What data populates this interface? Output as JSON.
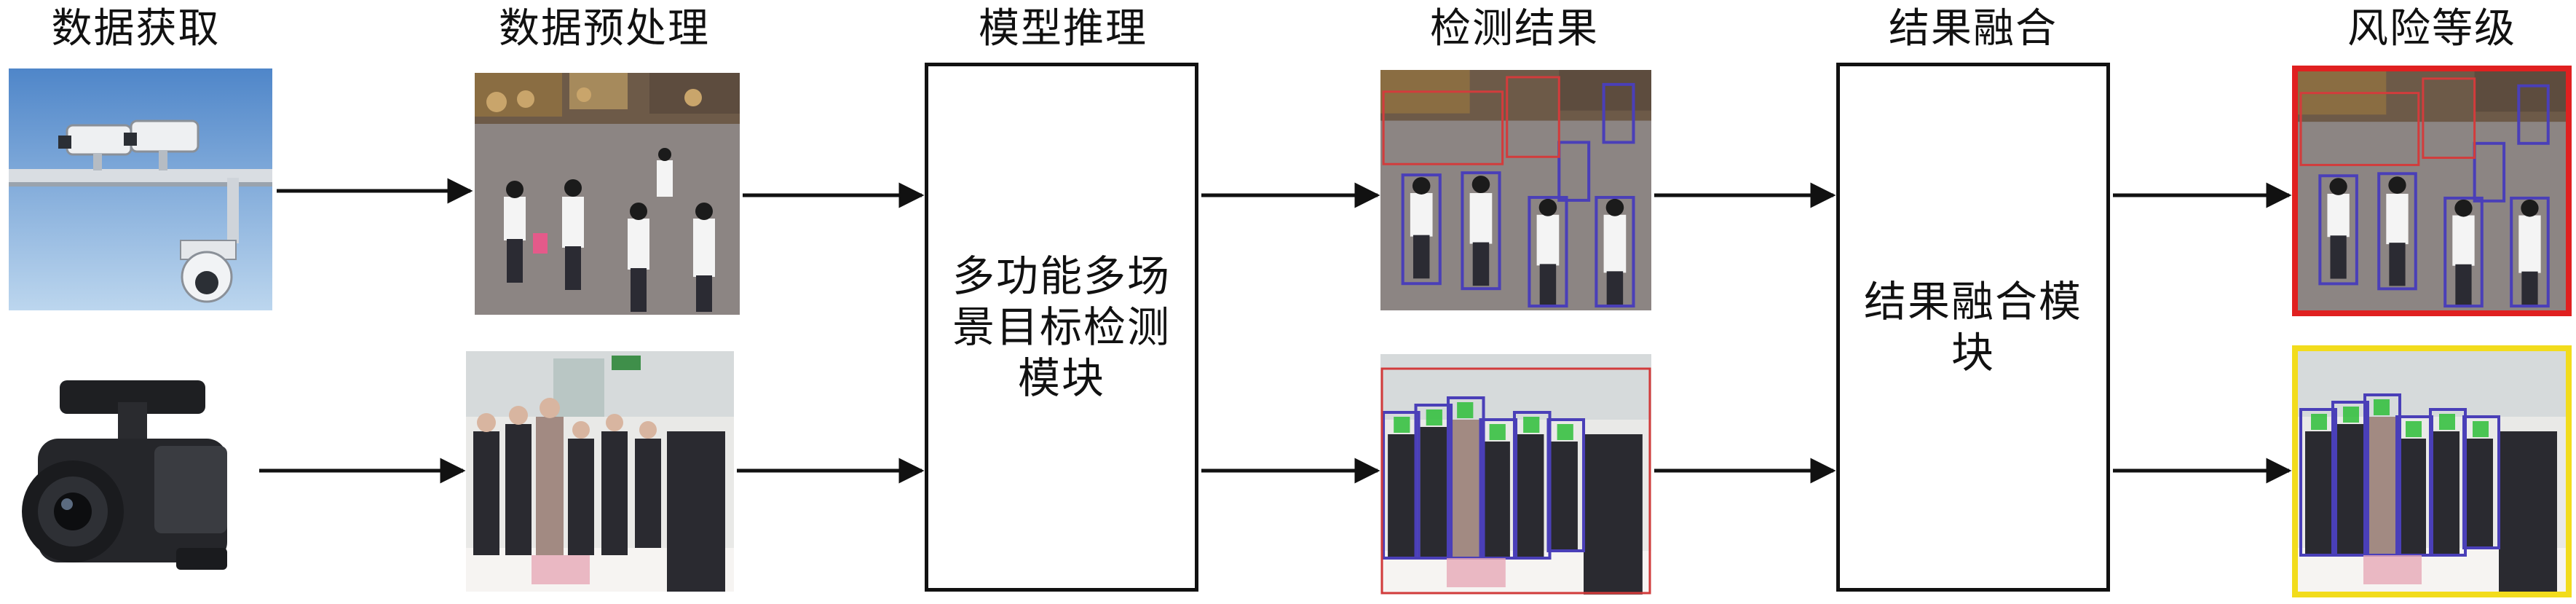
{
  "columns": {
    "acquisition": "数据获取",
    "preprocess": "数据预处理",
    "inference": "模型推理",
    "detection": "检测结果",
    "fusion": "结果融合",
    "risk": "风险等级"
  },
  "modules": {
    "detector": "多功能多场景目标检测模块",
    "fusion": "结果融合模块"
  },
  "images": {
    "source_1": "surveillance-camera",
    "source_2": "video-camcorder",
    "frame_1": "crowd-street-frame",
    "frame_2": "indoor-group-frame",
    "detection_1": "crowd-detection-boxes",
    "detection_2": "indoor-detection-boxes",
    "risk_1": "high-risk-red-frame",
    "risk_2": "medium-risk-yellow-frame"
  },
  "colors": {
    "risk_high": "#e02020",
    "risk_medium": "#f2dc1c",
    "detection_box": "#4a3fb8",
    "detection_box_alt": "#d23c3c",
    "face_box": "#2fbf3a"
  }
}
